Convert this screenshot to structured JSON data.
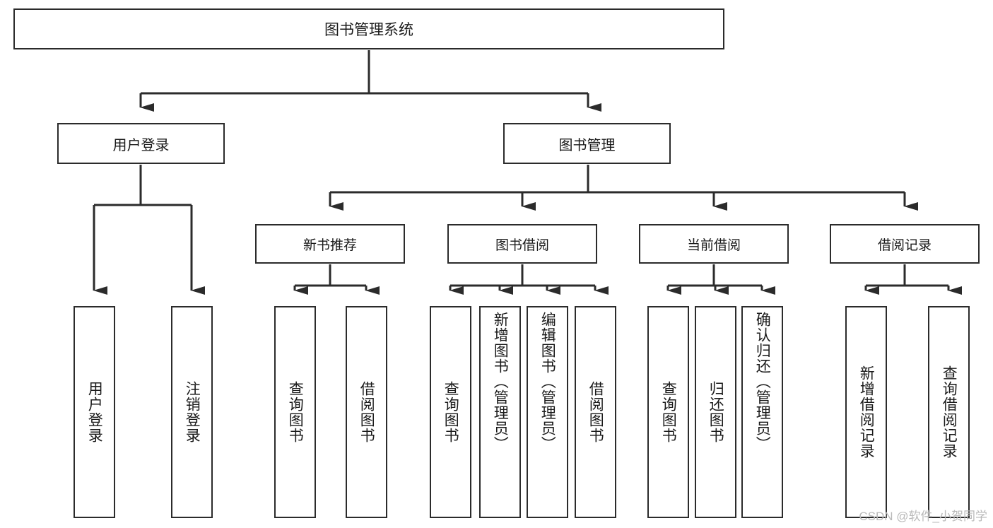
{
  "diagram": {
    "type": "tree",
    "title": "图书管理系统",
    "root": {
      "label": "图书管理系统"
    },
    "level1": [
      {
        "label": "用户登录"
      },
      {
        "label": "图书管理"
      }
    ],
    "level2": [
      {
        "label": "新书推荐",
        "parent": "图书管理"
      },
      {
        "label": "图书借阅",
        "parent": "图书管理"
      },
      {
        "label": "当前借阅",
        "parent": "图书管理"
      },
      {
        "label": "借阅记录",
        "parent": "图书管理"
      }
    ],
    "leaves": {
      "用户登录": [
        {
          "label": "用户登录"
        },
        {
          "label": "注销登录"
        }
      ],
      "新书推荐": [
        {
          "label": "查询图书"
        },
        {
          "label": "借阅图书"
        }
      ],
      "图书借阅": [
        {
          "label": "查询图书"
        },
        {
          "label": "新增图书（管理员）"
        },
        {
          "label": "编辑图书（管理员）"
        },
        {
          "label": "借阅图书"
        }
      ],
      "当前借阅": [
        {
          "label": "查询图书"
        },
        {
          "label": "归还图书"
        },
        {
          "label": "确认归还（管理员）"
        }
      ],
      "借阅记录": [
        {
          "label": "新增借阅记录"
        },
        {
          "label": "查询借阅记录"
        }
      ]
    }
  },
  "watermark": {
    "text": "CSDN @软件_小贺同学"
  },
  "colors": {
    "stroke": "#2b2b2b",
    "background": "#ffffff",
    "text": "#1a1a1a",
    "watermark": "#b9b9b9"
  }
}
